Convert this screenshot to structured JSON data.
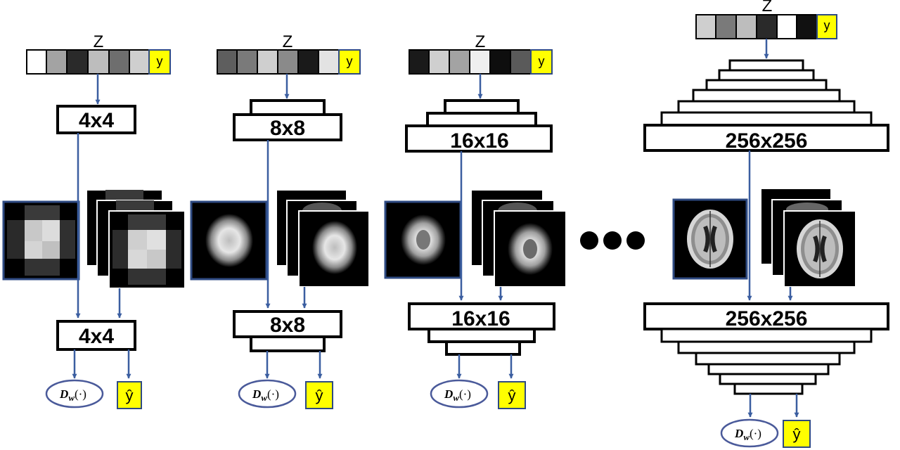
{
  "palette": {
    "arrow": "#3b5ea0",
    "tag_fill": "#ffff00",
    "frame_blue": "#2e4a82",
    "oval_stroke": "#4a5a9a"
  },
  "stages": [
    {
      "z_label": "Z",
      "y_label": "y",
      "z_cells": [
        "#ffffff",
        "#a3a3a3",
        "#2a2a2a",
        "#bdbdbd",
        "#6e6e6e",
        "#cfcfcf"
      ],
      "generator_label": "4x4",
      "discriminator_label": "4x4",
      "disc_output_label": "D",
      "disc_output_sub": "w",
      "disc_output_arg": "(·)",
      "class_output_label": "ŷ"
    },
    {
      "z_label": "Z",
      "y_label": "y",
      "z_cells": [
        "#5e5e5e",
        "#7a7a7a",
        "#cfcfcf",
        "#8a8a8a",
        "#1a1a1a",
        "#e3e3e3"
      ],
      "generator_label": "8x8",
      "discriminator_label": "8x8",
      "disc_output_label": "D",
      "disc_output_sub": "w",
      "disc_output_arg": "(·)",
      "class_output_label": "ŷ"
    },
    {
      "z_label": "Z",
      "y_label": "y",
      "z_cells": [
        "#1a1a1a",
        "#cfcfcf",
        "#a3a3a3",
        "#efefef",
        "#0e0e0e",
        "#5a5a5a"
      ],
      "generator_label": "16x16",
      "discriminator_label": "16x16",
      "disc_output_label": "D",
      "disc_output_sub": "w",
      "disc_output_arg": "(·)",
      "class_output_label": "ŷ"
    },
    {
      "z_label": "Z",
      "y_label": "y",
      "z_cells": [
        "#cfcfcf",
        "#7a7a7a",
        "#bdbdbd",
        "#2a2a2a",
        "#ffffff",
        "#111111"
      ],
      "generator_label": "256x256",
      "discriminator_label": "256x256",
      "disc_output_label": "D",
      "disc_output_sub": "w",
      "disc_output_arg": "(·)",
      "class_output_label": "ŷ"
    }
  ]
}
